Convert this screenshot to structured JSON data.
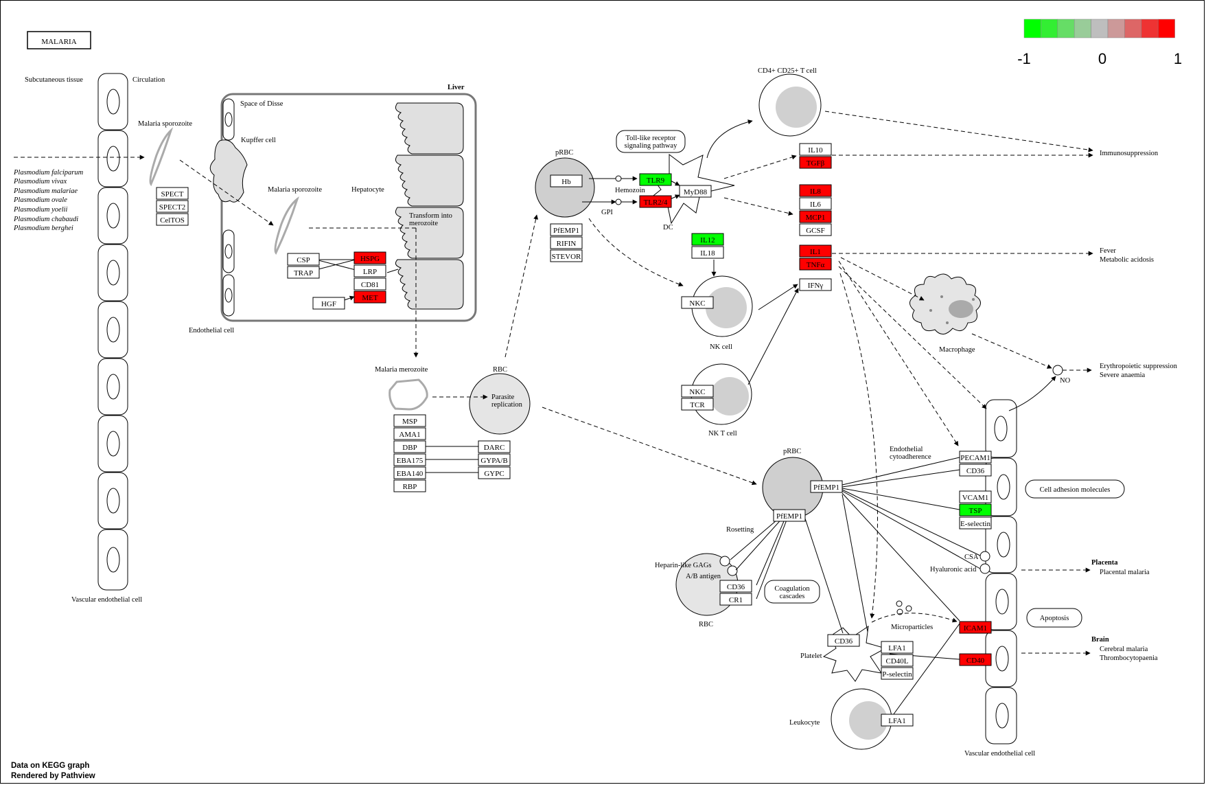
{
  "title": "MALARIA",
  "legend": {
    "min_label": "-1",
    "mid_label": "0",
    "max_label": "1",
    "colors": [
      "#00ff00",
      "#33ee33",
      "#66dd66",
      "#99cc99",
      "#bebebe",
      "#cc9999",
      "#dd6666",
      "#ee3333",
      "#ff0000"
    ]
  },
  "footer": {
    "line1": "Data on KEGG graph",
    "line2": "Rendered by Pathview"
  },
  "colors": {
    "up": "#ff0000",
    "down": "#00ff00",
    "neutral": "#ffffff",
    "cell_fill": "#d9d9d9"
  },
  "labels": {
    "subcutaneous": "Subcutaneous tissue",
    "circulation": "Circulation",
    "sporozoite1": "Malaria sporozoite",
    "sporozoite2": "Malaria sporozoite",
    "space_of_disse": "Space of Disse",
    "kupffer": "Kupffer cell",
    "liver": "Liver",
    "hepatocyte": "Hepatocyte",
    "transform1": "Transform into",
    "transform2": "merozoite",
    "endothelial": "Endothelial cell",
    "vascular_left": "Vascular endothelial cell",
    "vascular_right": "Vascular endothelial cell",
    "merozoite": "Malaria merozoite",
    "rbc_top": "RBC",
    "parasite1": "Parasite",
    "parasite2": "replication",
    "prbc_top": "pRBC",
    "prbc_mid": "pRBC",
    "hemozoin": "Hemozoin",
    "gpi": "GPI",
    "tlr_path1": "Toll-like receptor",
    "tlr_path2": "signaling pathway",
    "dc": "DC",
    "cd4": "CD4+ CD25+ T cell",
    "nk_cell": "NK cell",
    "nkt_cell": "NK T cell",
    "immunosuppression": "Immunosuppression",
    "fever": "Fever",
    "metabolic": "Metabolic acidosis",
    "macrophage": "Macrophage",
    "no": "NO",
    "erythro": "Erythropoietic suppression",
    "anaemia": "Severe anaemia",
    "endo_cyto1": "Endothelial",
    "endo_cyto2": "cytoadherence",
    "cell_adhesion": "Cell adhesion molecules",
    "rosetting": "Rosetting",
    "heparin": "Heparin-like GAGs",
    "ab_antigen": "A/B antigen",
    "coag1": "Coagulation",
    "coag2": "cascades",
    "rbc_bottom": "RBC",
    "csa": "CSA",
    "hyaluronic": "Hyaluronic acid",
    "placenta": "Placenta",
    "placental_malaria": "Placental malaria",
    "microparticles": "Microparticles",
    "apoptosis": "Apoptosis",
    "platelet": "Platelet",
    "brain": "Brain",
    "cerebral": "Cerebral malaria",
    "thrombo": "Thrombocytopaenia",
    "leukocyte": "Leukocyte"
  },
  "species": [
    "Plasmodium falciparum",
    "Plasmodium vivax",
    "Plasmodium malariae",
    "Plasmodium ovale",
    "Plasmodium yoelii",
    "Plasmodium chabaudi",
    "Plasmodium berghei"
  ],
  "genes": [
    {
      "id": "spect",
      "label": "SPECT",
      "value": null
    },
    {
      "id": "spect2",
      "label": "SPECT2",
      "value": null
    },
    {
      "id": "celtos",
      "label": "CelTOS",
      "value": null
    },
    {
      "id": "csp",
      "label": "CSP",
      "value": null
    },
    {
      "id": "trap",
      "label": "TRAP",
      "value": null
    },
    {
      "id": "hspg",
      "label": "HSPG",
      "value": 1
    },
    {
      "id": "lrp",
      "label": "LRP",
      "value": null
    },
    {
      "id": "cd81",
      "label": "CD81",
      "value": null
    },
    {
      "id": "met",
      "label": "MET",
      "value": 1
    },
    {
      "id": "hgf",
      "label": "HGF",
      "value": null
    },
    {
      "id": "msp",
      "label": "MSP",
      "value": null
    },
    {
      "id": "ama1",
      "label": "AMA1",
      "value": null
    },
    {
      "id": "dbp",
      "label": "DBP",
      "value": null
    },
    {
      "id": "eba175",
      "label": "EBA175",
      "value": null
    },
    {
      "id": "eba140",
      "label": "EBA140",
      "value": null
    },
    {
      "id": "rbp",
      "label": "RBP",
      "value": null
    },
    {
      "id": "darc",
      "label": "DARC",
      "value": null
    },
    {
      "id": "gypab",
      "label": "GYPA/B",
      "value": null
    },
    {
      "id": "gypc",
      "label": "GYPC",
      "value": null
    },
    {
      "id": "hb",
      "label": "Hb",
      "value": null
    },
    {
      "id": "pfemp1a",
      "label": "PfEMP1",
      "value": null
    },
    {
      "id": "rifin",
      "label": "RIFIN",
      "value": null
    },
    {
      "id": "stevor",
      "label": "STEVOR",
      "value": null
    },
    {
      "id": "tlr9",
      "label": "TLR9",
      "value": -1
    },
    {
      "id": "tlr24",
      "label": "TLR2/4",
      "value": 1
    },
    {
      "id": "myd88",
      "label": "MyD88",
      "value": null
    },
    {
      "id": "il12",
      "label": "IL12",
      "value": -1
    },
    {
      "id": "il18",
      "label": "IL18",
      "value": null
    },
    {
      "id": "il10",
      "label": "IL10",
      "value": null
    },
    {
      "id": "tgfb",
      "label": "TGFβ",
      "value": 1
    },
    {
      "id": "il8",
      "label": "IL8",
      "value": 1
    },
    {
      "id": "il6",
      "label": "IL6",
      "value": null
    },
    {
      "id": "mcp1",
      "label": "MCP1",
      "value": 1
    },
    {
      "id": "gcsf",
      "label": "GCSF",
      "value": null
    },
    {
      "id": "il1",
      "label": "IL1",
      "value": 1
    },
    {
      "id": "tnfa",
      "label": "TNFα",
      "value": 1
    },
    {
      "id": "ifng",
      "label": "IFNγ",
      "value": null
    },
    {
      "id": "nkc1",
      "label": "NKC",
      "value": null
    },
    {
      "id": "nkc2",
      "label": "NKC",
      "value": null
    },
    {
      "id": "tcr",
      "label": "TCR",
      "value": null
    },
    {
      "id": "pecam1",
      "label": "PECAM1",
      "value": null
    },
    {
      "id": "cd36a",
      "label": "CD36",
      "value": null
    },
    {
      "id": "vcam1",
      "label": "VCAM1",
      "value": null
    },
    {
      "id": "tsp",
      "label": "TSP",
      "value": -1
    },
    {
      "id": "eselectin",
      "label": "E-selectin",
      "value": null
    },
    {
      "id": "pfemp1b",
      "label": "PfEMP1",
      "value": null
    },
    {
      "id": "pfemp1c",
      "label": "PfEMP1",
      "value": null
    },
    {
      "id": "cd36b",
      "label": "CD36",
      "value": null
    },
    {
      "id": "cr1",
      "label": "CR1",
      "value": null
    },
    {
      "id": "icam1",
      "label": "ICAM1",
      "value": 1
    },
    {
      "id": "cd36c",
      "label": "CD36",
      "value": null
    },
    {
      "id": "lfa1a",
      "label": "LFA1",
      "value": null
    },
    {
      "id": "cd40l",
      "label": "CD40L",
      "value": null
    },
    {
      "id": "pselectin",
      "label": "P-selectin",
      "value": null
    },
    {
      "id": "cd40",
      "label": "CD40",
      "value": 1
    },
    {
      "id": "lfa1b",
      "label": "LFA1",
      "value": null
    }
  ]
}
